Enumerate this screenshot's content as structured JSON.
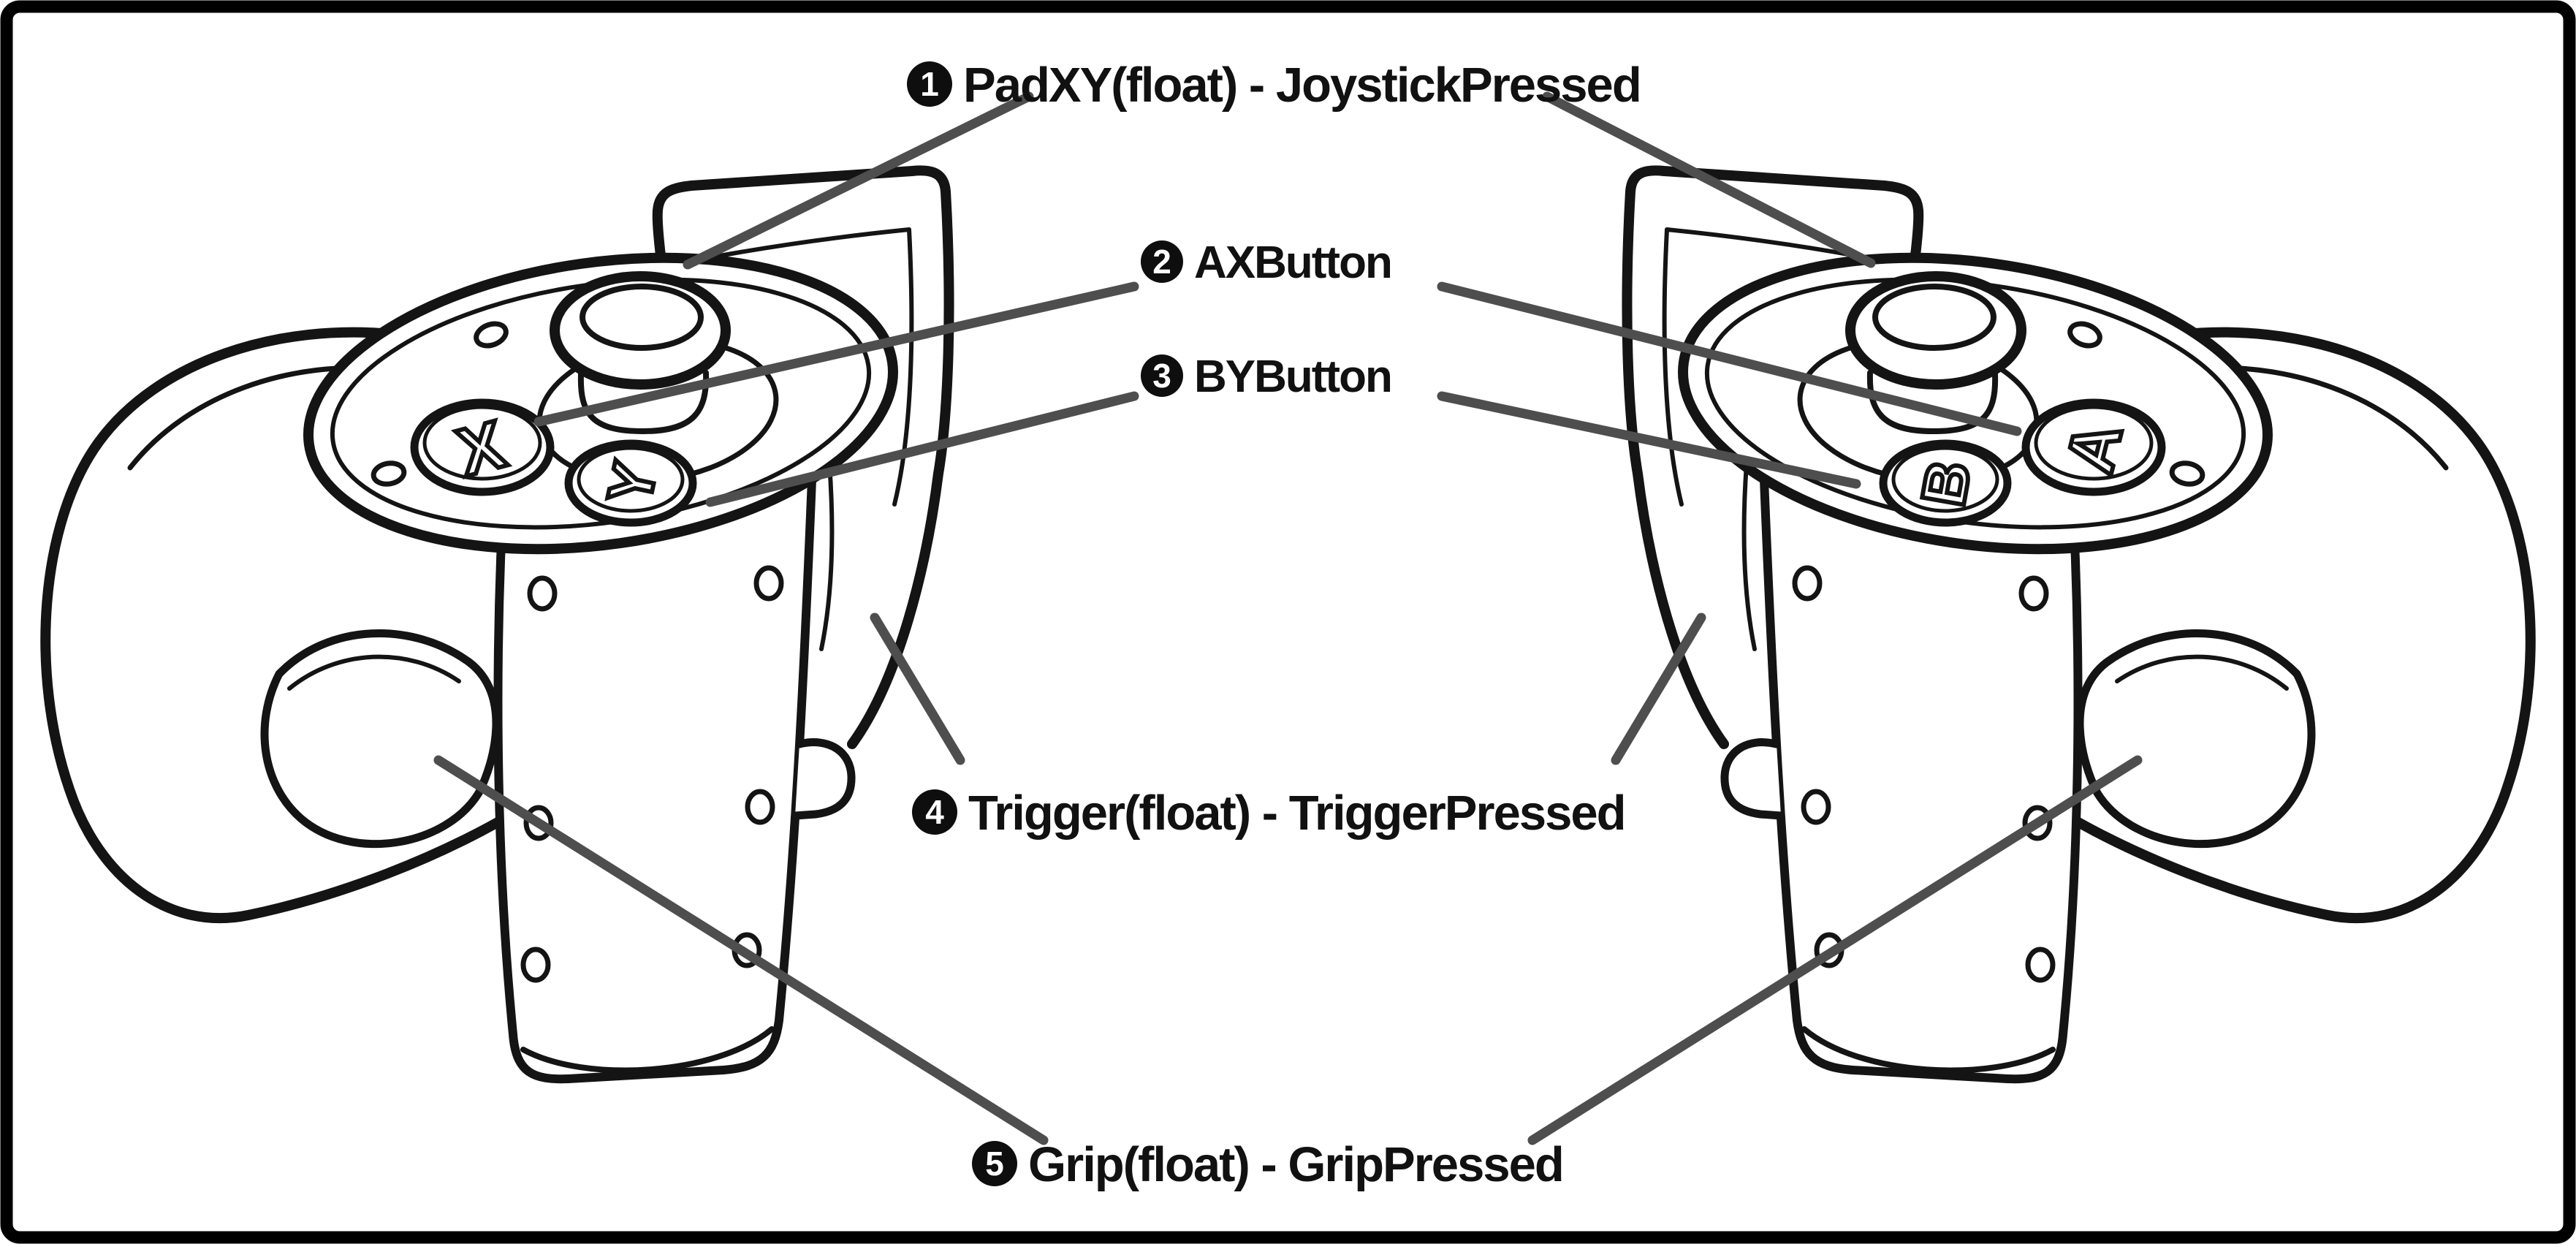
{
  "figure": {
    "background_color": "#ffffff",
    "border_color": "#000000",
    "art_line_color": "#141414",
    "leader_line_color": "#4e4e4e",
    "text_color": "#111111"
  },
  "labels": [
    {
      "num": "1",
      "text": "PadXY(float) - JoystickPressed"
    },
    {
      "num": "2",
      "text": "AXButton"
    },
    {
      "num": "3",
      "text": "BYButton"
    },
    {
      "num": "4",
      "text": "Trigger(float) - TriggerPressed"
    },
    {
      "num": "5",
      "text": "Grip(float) - GripPressed"
    }
  ],
  "controllers": {
    "left": {
      "buttons": [
        "X",
        "Y"
      ]
    },
    "right": {
      "buttons": [
        "B",
        "A"
      ]
    }
  }
}
